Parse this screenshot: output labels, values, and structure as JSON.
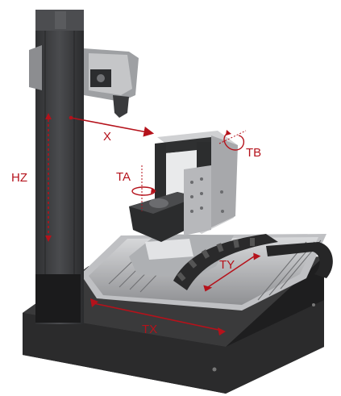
{
  "labels": {
    "x": "X",
    "tb": "TB",
    "hz": "HZ",
    "ta": "TA",
    "ty": "TY",
    "tx": "TX"
  },
  "colors": {
    "annotation": "#b5121b",
    "machine_dark": "#2a2a2a",
    "column": "#3d3e40",
    "metal_light": "#c9cacc",
    "metal_mid": "#9a9b9e",
    "base": "#1f1f20"
  }
}
